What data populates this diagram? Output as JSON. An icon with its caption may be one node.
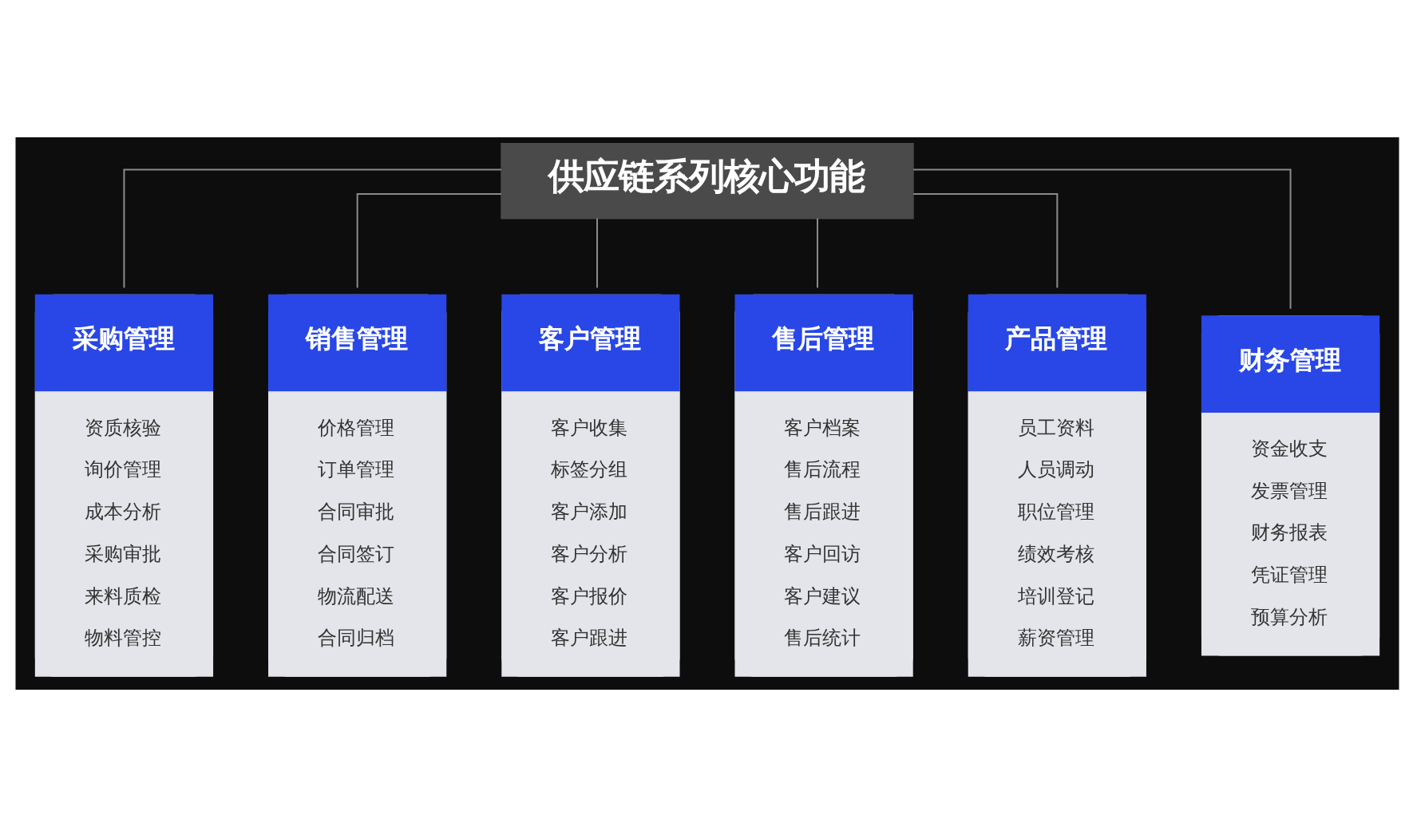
{
  "diagram": {
    "nodes": [
      {
        "text": [
          "供应链系列核心功能"
        ]
      },
      {
        "text": [
          "采购管理",
          "资质核验",
          "询价管理",
          "成本分析",
          "采购审批",
          "来料质检",
          "物料管控"
        ]
      },
      {
        "text": [
          "销售管理",
          "价格管理",
          "订单管理",
          "合同审批",
          "合同签订",
          "物流配送",
          "合同归档"
        ]
      },
      {
        "text": [
          "客户管理",
          "客户收集",
          "标签分组",
          "客户添加",
          "客户分析",
          "客户报价",
          "客户跟进"
        ]
      },
      {
        "text": [
          "售后管理",
          "客户档案",
          "售后流程",
          "售后跟进",
          "客户回访",
          "客户建议",
          "售后统计"
        ]
      },
      {
        "text": [
          "产品管理",
          "员工资料",
          "人员调动",
          "职位管理",
          "绩效考核",
          "培训登记",
          "薪资管理"
        ]
      },
      {
        "text": [
          "财务管理",
          "资金收支",
          "发票管理",
          "财务报表",
          "凭证管理",
          "预算分析"
        ]
      }
    ],
    "edges": [
      {
        "from": 0,
        "to": 1,
        "arrow": "none"
      },
      {
        "from": 0,
        "to": 2,
        "arrow": "none"
      },
      {
        "from": 0,
        "to": 3,
        "arrow": "none"
      },
      {
        "from": 0,
        "to": 4,
        "arrow": "none"
      },
      {
        "from": 0,
        "to": 5,
        "arrow": "none"
      },
      {
        "from": 0,
        "to": 6,
        "arrow": "none"
      }
    ]
  }
}
